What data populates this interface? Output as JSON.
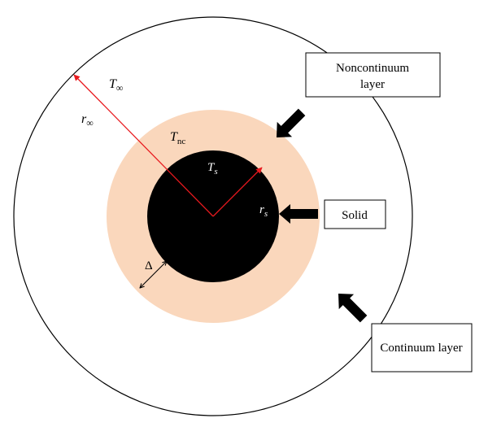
{
  "colors": {
    "noncontinuum_fill": "#FAD7BC",
    "solid_fill": "#000000",
    "outer_circle_stroke": "#000000",
    "radius_arrow": "#E8191E",
    "pointer_arrow": "#000000"
  },
  "labels": {
    "t_inf": {
      "main": "T",
      "sub": "∞"
    },
    "r_inf": {
      "main": "r",
      "sub": "∞"
    },
    "t_nc": {
      "main": "T",
      "sub": "nc"
    },
    "t_s": {
      "main": "T",
      "sub": "s"
    },
    "r_s": {
      "main": "r",
      "sub": "s"
    },
    "delta": "Δ"
  },
  "callouts": {
    "noncontinuum": [
      "Noncontinuum",
      "layer"
    ],
    "solid": "Solid",
    "continuum": "Continuum layer"
  },
  "icons": {
    "radius_arrows": "red-arrow-icon",
    "pointers": "black-pointer-arrow-icon",
    "gap_marker": "double-arrow-icon"
  }
}
